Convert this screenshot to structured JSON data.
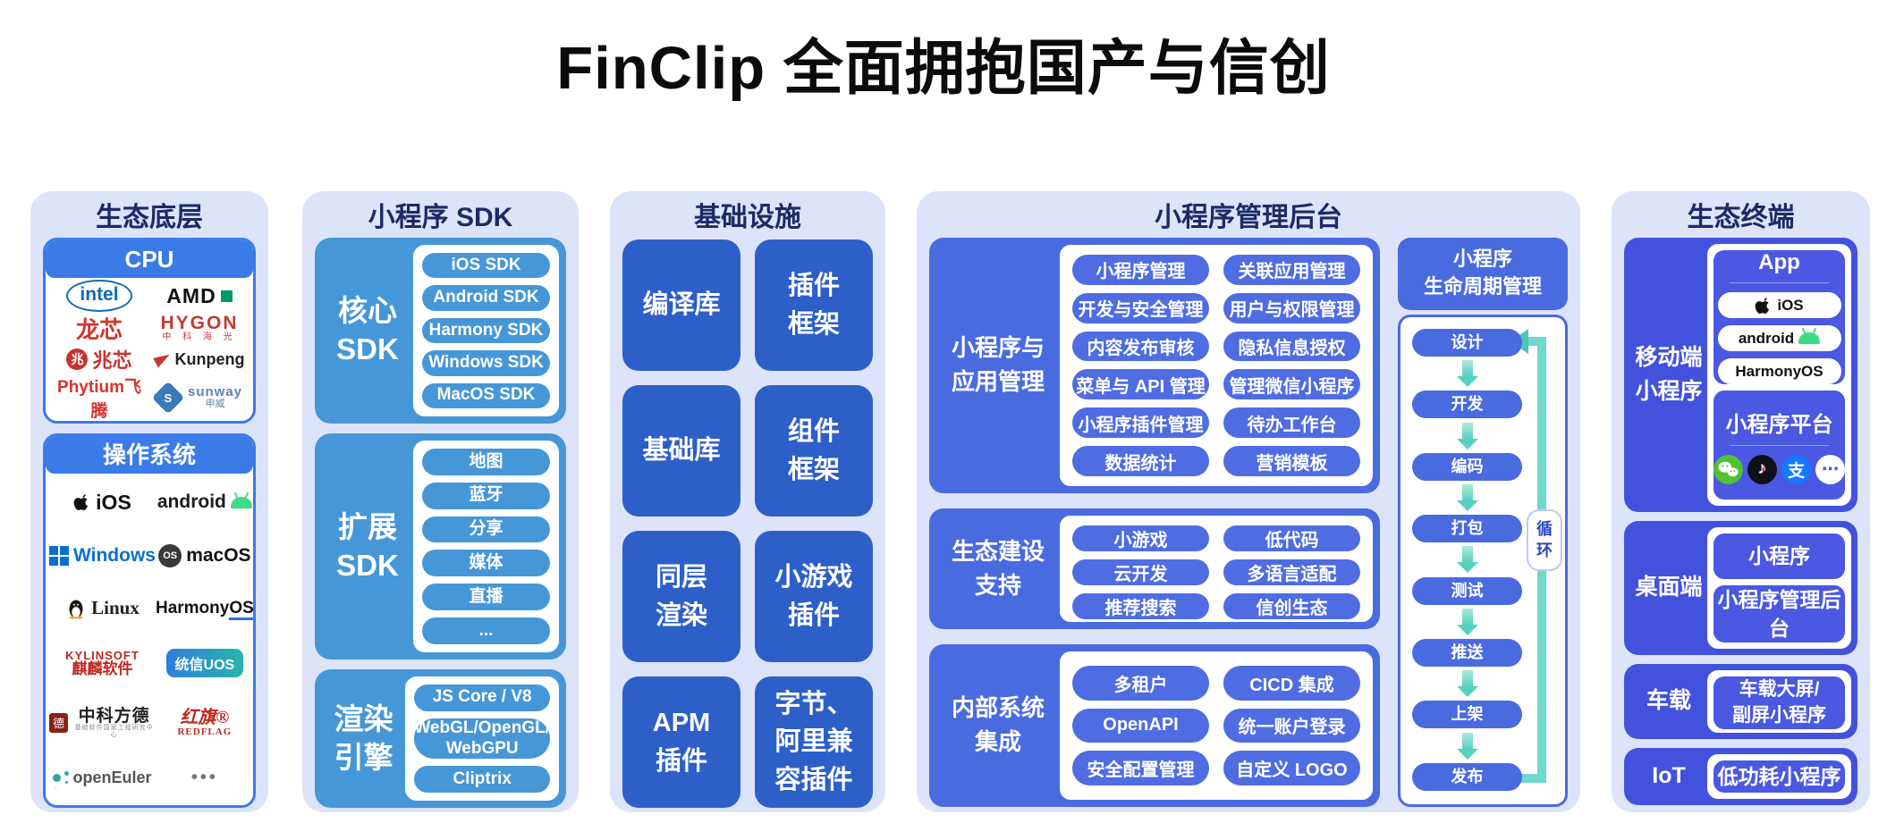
{
  "page": {
    "title": "FinClip 全面拥抱国产与信创"
  },
  "colors": {
    "panel_bg": "#dde3f9",
    "bright_blue": "#3b7be8",
    "sky_blue": "#4697d7",
    "royal_blue": "#2d5fc8",
    "indigo": "#4a6ae0",
    "deep_indigo": "#4352dc",
    "teal": "#6ed9cc",
    "navy_text": "#1c2b66"
  },
  "eco_base": {
    "title": "生态底层",
    "cpu": {
      "header": "CPU",
      "brands": {
        "intel": {
          "label": "intel"
        },
        "amd": {
          "label": "AMD"
        },
        "loongson": {
          "label": "龙芯"
        },
        "hygon": {
          "label": "HYGON",
          "sub": "中 科 海 光"
        },
        "zhaoxin": {
          "badge": "兆",
          "label": "兆芯"
        },
        "kunpeng": {
          "label": "Kunpeng"
        },
        "phytium": {
          "label": "Phytium飞腾"
        },
        "sunway": {
          "badge": "S",
          "label": "sunway",
          "sub": "申威"
        }
      }
    },
    "os": {
      "header": "操作系统",
      "brands": {
        "ios": {
          "label": "iOS"
        },
        "android": {
          "label": "android"
        },
        "windows": {
          "label": "Windows"
        },
        "macos": {
          "badge": "OS",
          "label": "macOS"
        },
        "linux": {
          "label": "Linux"
        },
        "harmonyos": {
          "label": "Harmony",
          "label_suffix": "OS"
        },
        "kylinsoft": {
          "label": "KYLINSOFT",
          "sub": "麒麟软件"
        },
        "uos": {
          "label": "统信UOS"
        },
        "fangde": {
          "badge": "德",
          "label": "中科方德",
          "sub": "基础软件国家工程研究中心"
        },
        "redflag": {
          "label": "红旗®",
          "sub": "REDFLAG"
        },
        "openeuler": {
          "label": "openEuler"
        },
        "more": {
          "label": "•••"
        }
      }
    }
  },
  "sdk": {
    "title": "小程序 SDK",
    "groups": [
      {
        "label_lines": [
          "核心",
          "SDK"
        ],
        "items": [
          "iOS SDK",
          "Android SDK",
          "Harmony SDK",
          "Windows SDK",
          "MacOS SDK"
        ]
      },
      {
        "label_lines": [
          "扩展",
          "SDK"
        ],
        "items": [
          "地图",
          "蓝牙",
          "分享",
          "媒体",
          "直播",
          "..."
        ]
      },
      {
        "label_lines": [
          "渲染",
          "引擎"
        ],
        "items": [
          "JS Core / V8",
          "Cliptrix"
        ],
        "webgl_lines": [
          "WebGL/OpenGL/",
          "WebGPU"
        ]
      }
    ]
  },
  "infra": {
    "title": "基础设施",
    "cells": [
      {
        "lines": [
          "编译库"
        ]
      },
      {
        "lines": [
          "插件",
          "框架"
        ]
      },
      {
        "lines": [
          "基础库"
        ]
      },
      {
        "lines": [
          "组件",
          "框架"
        ]
      },
      {
        "lines": [
          "同层",
          "渲染"
        ]
      },
      {
        "lines": [
          "小游戏",
          "插件"
        ]
      },
      {
        "lines": [
          "APM",
          "插件"
        ]
      },
      {
        "lines": [
          "字节、",
          "阿里兼",
          "容插件"
        ]
      }
    ]
  },
  "admin": {
    "title": "小程序管理后台",
    "groups": [
      {
        "label_lines": [
          "小程序与",
          "应用管理"
        ],
        "items": [
          "小程序管理",
          "关联应用管理",
          "开发与安全管理",
          "用户与权限管理",
          "内容发布审核",
          "隐私信息授权",
          "菜单与 API 管理",
          "管理微信小程序",
          "小程序插件管理",
          "待办工作台",
          "数据统计",
          "营销模板"
        ]
      },
      {
        "label_lines": [
          "生态建设",
          "支持"
        ],
        "items": [
          "小游戏",
          "低代码",
          "云开发",
          "多语言适配",
          "推荐搜索",
          "信创生态"
        ]
      },
      {
        "label_lines": [
          "内部系统",
          "集成"
        ],
        "items": [
          "多租户",
          "CICD 集成",
          "OpenAPI",
          "统一账户登录",
          "安全配置管理",
          "自定义 LOGO"
        ]
      }
    ],
    "lifecycle": {
      "header_lines": [
        "小程序",
        "生命周期管理"
      ],
      "steps": [
        "设计",
        "开发",
        "编码",
        "打包",
        "测试",
        "推送",
        "上架",
        "发布"
      ],
      "loop_label": "循环"
    }
  },
  "terminal": {
    "title": "生态终端",
    "mobile": {
      "label_lines": [
        "移动端",
        "小程序"
      ],
      "app": {
        "header": "App",
        "pills": [
          "iOS",
          "android",
          "HarmonyOS"
        ]
      },
      "platform": {
        "header": "小程序平台",
        "icons": {
          "douyin_glyph": "♪",
          "alipay_glyph": "支",
          "more_glyph": "⋯"
        }
      }
    },
    "desktop": {
      "label_lines": [
        "桌面端"
      ],
      "boxes": [
        "小程序",
        "小程序管理后台"
      ]
    },
    "car": {
      "label_lines": [
        "车载"
      ],
      "box_lines": [
        "车载大屏/",
        "副屏小程序"
      ]
    },
    "iot": {
      "label_lines": [
        "IoT"
      ],
      "box": "低功耗小程序"
    }
  }
}
